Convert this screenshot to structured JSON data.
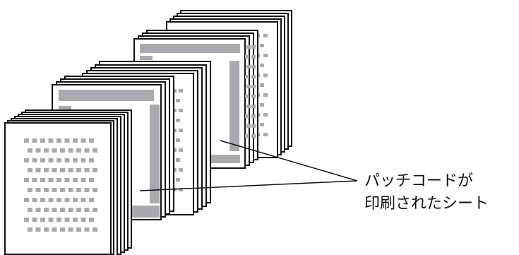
{
  "colors": {
    "sheet_fill": "#ffffff",
    "sheet_stroke": "#111111",
    "patch_code": "#a7abb0",
    "leader_line": "#111111"
  },
  "callout": {
    "line1": "パッチコードが",
    "line2": "印刷されたシート"
  },
  "stacks": [
    {
      "role": "plain-sheets",
      "sheets_shown": 7,
      "content": "dot-grid"
    },
    {
      "role": "patch-code-sheet",
      "sheets_shown": 4,
      "content": "patch-code"
    },
    {
      "role": "plain-sheets",
      "sheets_shown": 5,
      "content": "dot-grid"
    },
    {
      "role": "patch-code-sheet",
      "sheets_shown": 4,
      "content": "patch-code"
    },
    {
      "role": "plain-sheets",
      "sheets_shown": 5,
      "content": "dot-grid"
    }
  ]
}
